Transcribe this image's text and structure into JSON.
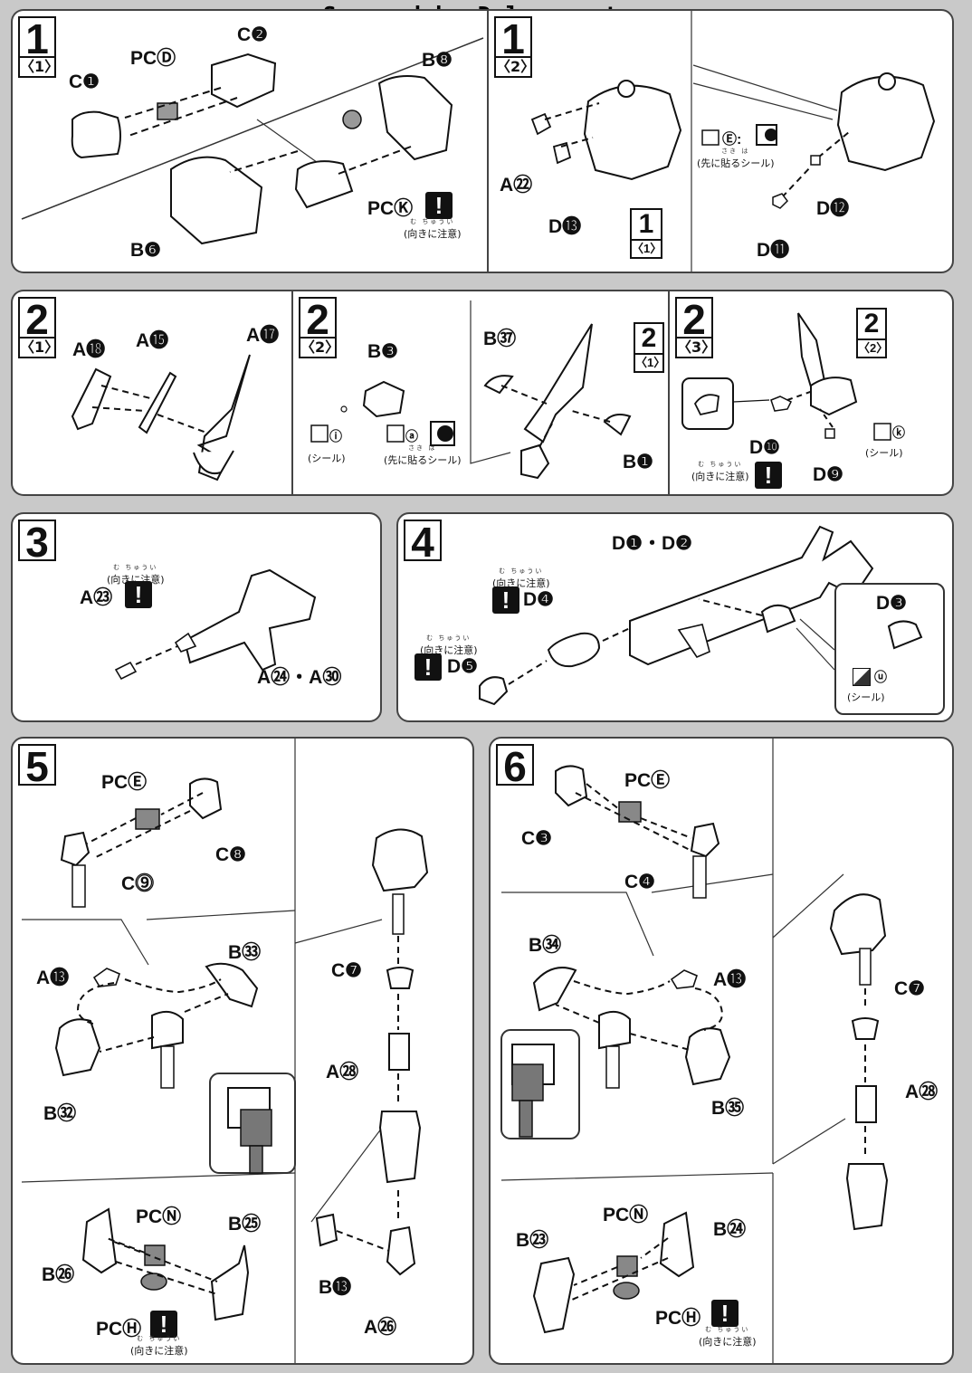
{
  "scan_credit": "Scanned by Dalong.net",
  "warn_mark": "!",
  "note_direction": "(向きに注意)",
  "note_direction_ruby": "む ちゅうい",
  "note_sticker": "(シール)",
  "note_sticker_first": "(先に貼るシール)",
  "note_sticker_first_ruby": "さき は",
  "steps": {
    "s1a": {
      "num": "1",
      "sub": "〈1〉",
      "labels": [
        "PCⒹ",
        "C❷",
        "C❶",
        "B❽",
        "PCⓀ",
        "B❻"
      ]
    },
    "s1b": {
      "num": "1",
      "sub": "〈2〉",
      "labels": [
        "A㉒",
        "D⓭",
        "D⓬",
        "D⓫",
        "Ⓔ:"
      ],
      "ref_num": "1",
      "ref_sub": "〈1〉"
    },
    "s2a": {
      "num": "2",
      "sub": "〈1〉",
      "labels": [
        "A⓲",
        "A⓯",
        "A⓱"
      ]
    },
    "s2b": {
      "num": "2",
      "sub": "〈2〉",
      "labels": [
        "B❸",
        "B㊲",
        "B❶",
        "ⓘ",
        "ⓐ"
      ],
      "ref_num": "2",
      "ref_sub": "〈1〉"
    },
    "s2c": {
      "num": "2",
      "sub": "〈3〉",
      "labels": [
        "D❿",
        "D❾",
        "ⓚ"
      ],
      "ref_num": "2",
      "ref_sub": "〈2〉"
    },
    "s3": {
      "num": "3",
      "labels": [
        "A㉓",
        "A㉔・A㉚"
      ]
    },
    "s4": {
      "num": "4",
      "labels": [
        "D❶・D❷",
        "D❹",
        "D❺",
        "D❸",
        "ⓤ"
      ]
    },
    "s5": {
      "num": "5",
      "labels": [
        "PCⒺ",
        "C❽",
        "C⓽",
        "B㉝",
        "A⓭",
        "B㉜",
        "C❼",
        "A㉘",
        "B⓭",
        "A㉖",
        "PCⓃ",
        "B㉕",
        "B㉖",
        "PCⒽ"
      ]
    },
    "s6": {
      "num": "6",
      "labels": [
        "PCⒺ",
        "C❸",
        "C❹",
        "B㉞",
        "A⓭",
        "B㉟",
        "C❼",
        "A㉘",
        "PCⓃ",
        "B㉓",
        "B㉔",
        "PCⒽ"
      ]
    }
  }
}
